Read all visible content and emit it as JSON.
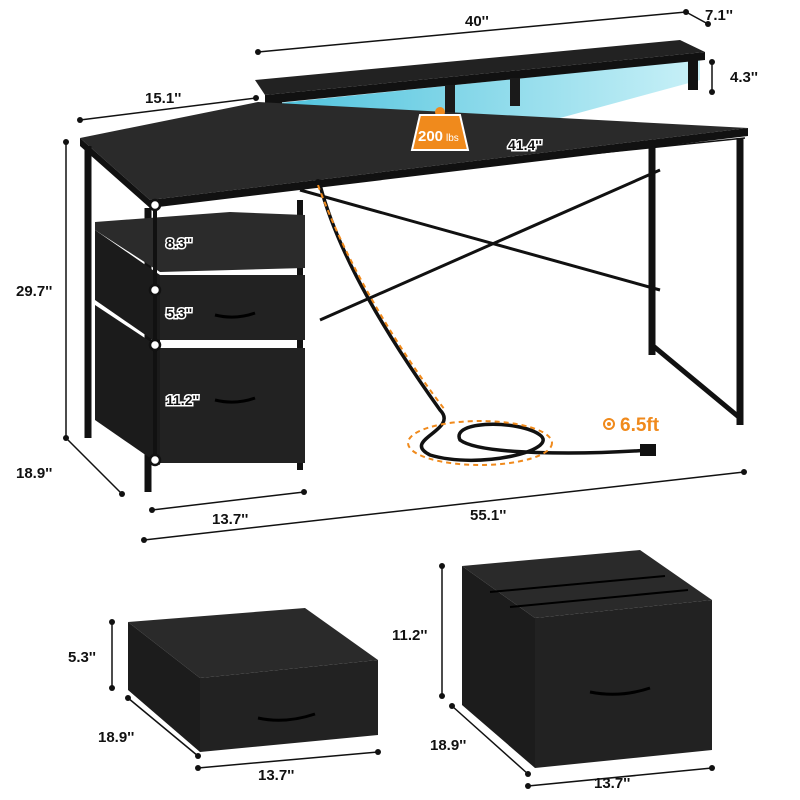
{
  "dimensions": {
    "shelf_width": "40''",
    "shelf_depth": "7.1''",
    "shelf_height": "4.3''",
    "desk_depth_top": "15.1''",
    "desk_right_width": "41.4''",
    "desk_height": "29.7''",
    "desk_depth": "18.9''",
    "open_shelf_height": "8.3''",
    "small_drawer_height": "5.3''",
    "large_drawer_height": "11.2''",
    "cabinet_width": "13.7''",
    "total_width": "55.1''",
    "cord_length": "6.5ft"
  },
  "badge": {
    "value": "200",
    "unit": "lbs",
    "color": "#f08a1c"
  },
  "small_drawer": {
    "height": "5.3''",
    "depth": "18.9''",
    "width": "13.7''"
  },
  "large_drawer": {
    "height": "11.2''",
    "depth": "18.9''",
    "width": "13.7''"
  },
  "colors": {
    "accent": "#f08a1c",
    "led": "#3fc4dc",
    "desk": "#1c1c1c"
  }
}
